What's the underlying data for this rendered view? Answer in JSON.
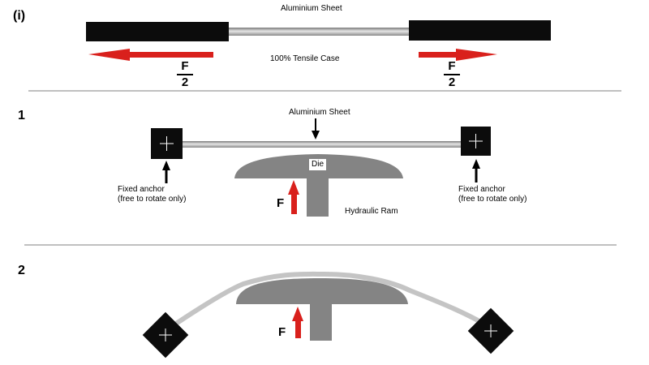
{
  "section_i": {
    "marker": "(i)",
    "sheet_label": "Aluminium Sheet",
    "case_label": "100% Tensile Case",
    "force_left": {
      "numerator": "F",
      "denominator": "2"
    },
    "force_right": {
      "numerator": "F",
      "denominator": "2"
    }
  },
  "section_1": {
    "marker": "1",
    "sheet_label": "Aluminium Sheet",
    "die_label": "Die",
    "force_label": "F",
    "ram_label": "Hydraulic Ram",
    "left_anchor": {
      "line1": "Fixed anchor",
      "line2": "(free to rotate only)"
    },
    "right_anchor": {
      "line1": "Fixed anchor",
      "line2": "(free to rotate only)"
    }
  },
  "section_2": {
    "marker": "2",
    "force_label": "F"
  },
  "colors": {
    "force_arrow": "#d9201c",
    "die": "#848484",
    "sheet": "#c4c4c4",
    "clamp": "#0c0c0c"
  }
}
